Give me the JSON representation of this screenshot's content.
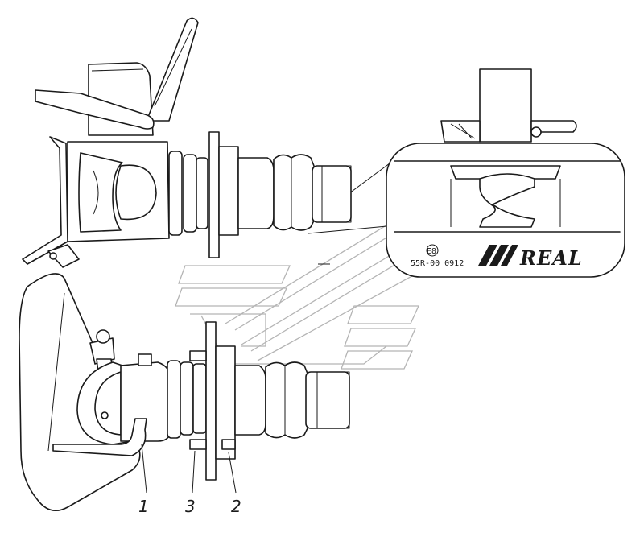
{
  "callouts": [
    {
      "id": "1",
      "label": "1"
    },
    {
      "id": "3",
      "label": "3"
    },
    {
      "id": "2",
      "label": "2"
    }
  ],
  "detail_view": {
    "certification_mark": "E8",
    "approval_number": "55R-00 0912",
    "brand_text": "REAL"
  }
}
